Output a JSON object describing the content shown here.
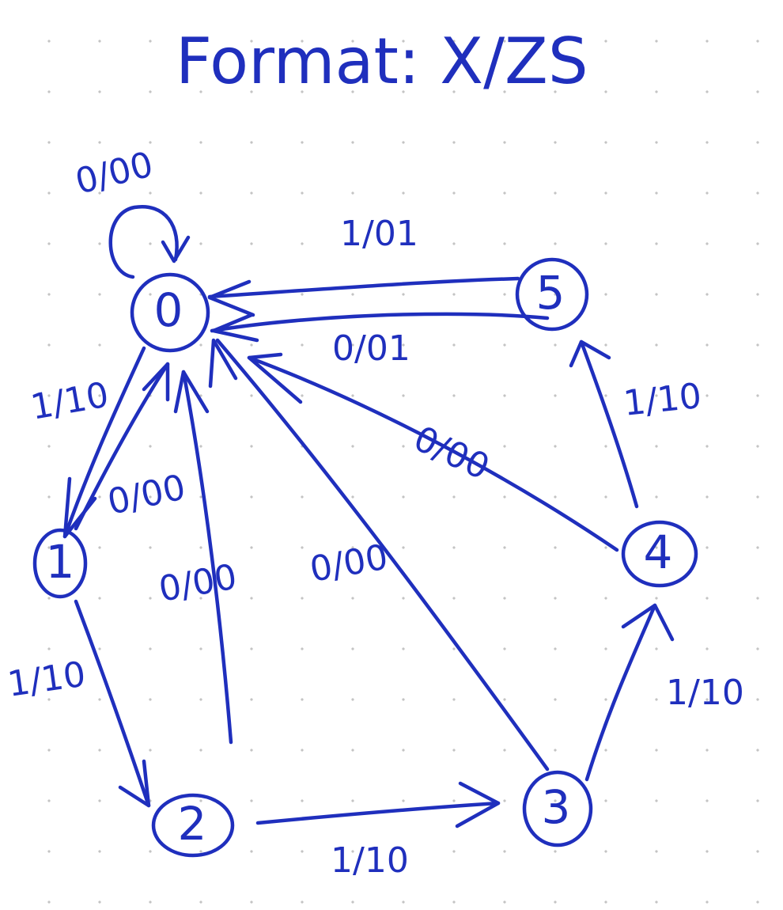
{
  "title": "Format: X/ZS",
  "states": [
    {
      "id": "s0",
      "label": "0"
    },
    {
      "id": "s1",
      "label": "1"
    },
    {
      "id": "s2",
      "label": "2"
    },
    {
      "id": "s3",
      "label": "3"
    },
    {
      "id": "s4",
      "label": "4"
    },
    {
      "id": "s5",
      "label": "5"
    }
  ],
  "transitions": [
    {
      "from": "0",
      "to": "0",
      "label": "0/00"
    },
    {
      "from": "5",
      "to": "0",
      "label": "1/01"
    },
    {
      "from": "5",
      "to": "0",
      "label": "0/01"
    },
    {
      "from": "0",
      "to": "1",
      "label": "1/10"
    },
    {
      "from": "1",
      "to": "0",
      "label": "0/00"
    },
    {
      "from": "2",
      "to": "0",
      "label": "0/00"
    },
    {
      "from": "3",
      "to": "0",
      "label": "0/00"
    },
    {
      "from": "4",
      "to": "0",
      "label": "0/00"
    },
    {
      "from": "1",
      "to": "2",
      "label": "1/10"
    },
    {
      "from": "2",
      "to": "3",
      "label": "1/10"
    },
    {
      "from": "3",
      "to": "4",
      "label": "1/10"
    },
    {
      "from": "4",
      "to": "5",
      "label": "1/10"
    }
  ],
  "colors": {
    "ink": "#1f2fbd",
    "dots": "#c4c4c4",
    "background": "#ffffff"
  }
}
